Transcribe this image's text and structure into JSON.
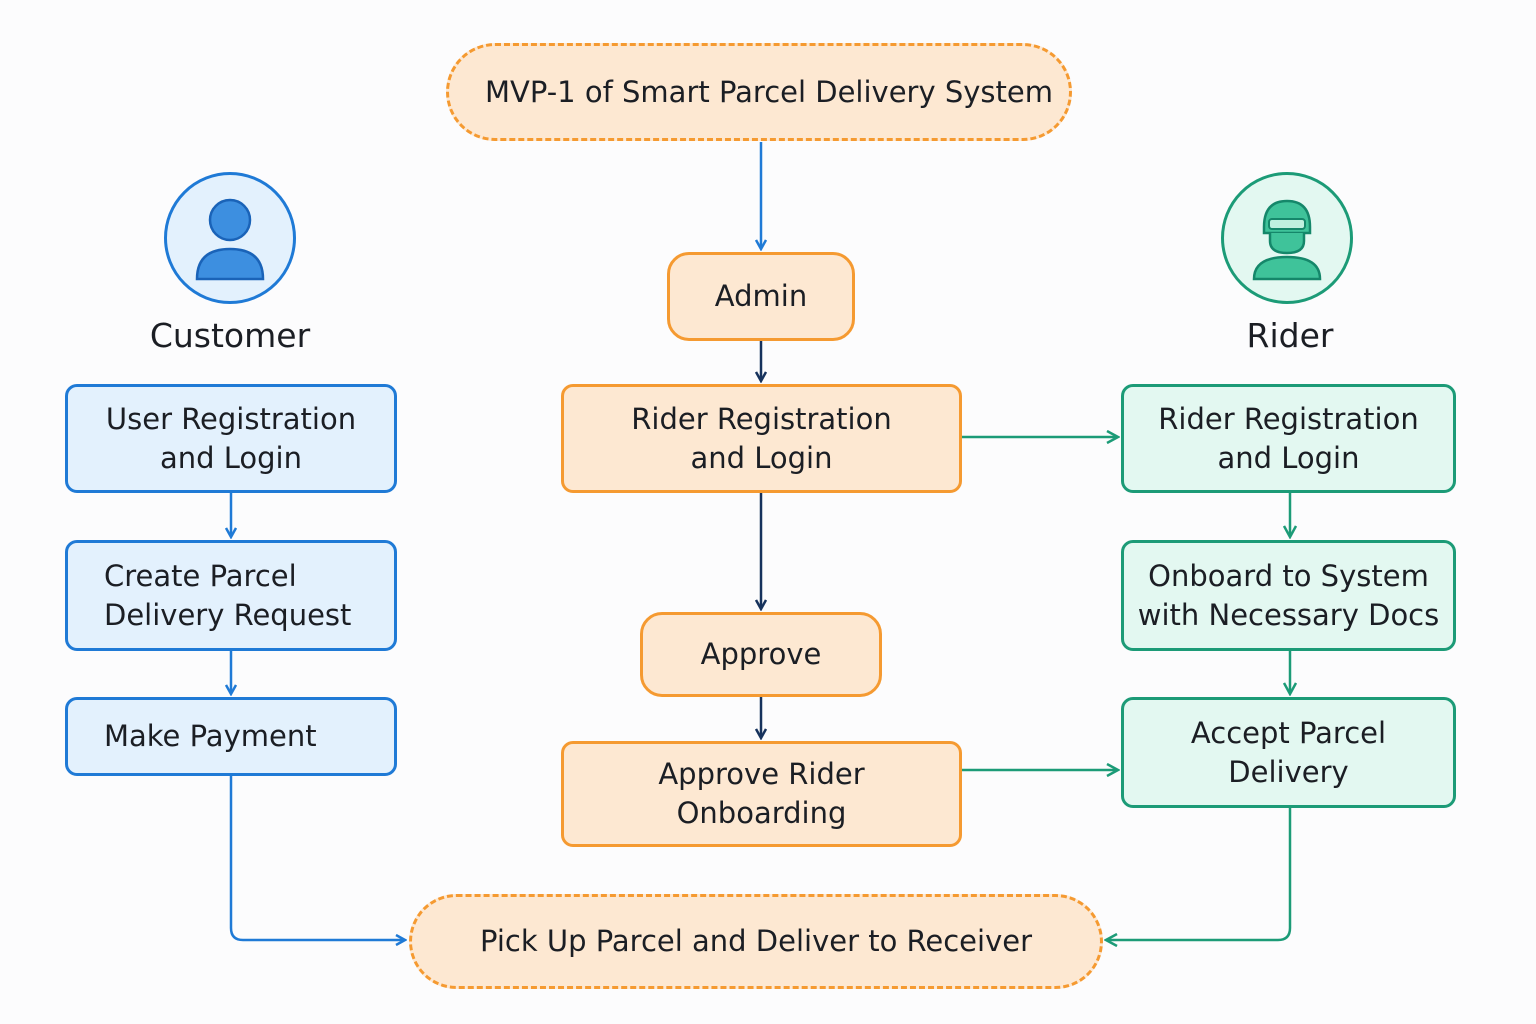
{
  "diagram": {
    "title": "MVP-1 of Smart Parcel Delivery System",
    "end": "Pick Up Parcel and Deliver to Receiver",
    "customer": {
      "heading": "Customer",
      "icon": "user-icon",
      "steps": [
        "User Registration\nand Login",
        "Create Parcel\nDelivery Request",
        "Make Payment"
      ]
    },
    "admin": {
      "heading": "Admin",
      "steps": [
        "Rider Registration\nand Login",
        "Approve",
        "Approve Rider\nOnboarding"
      ]
    },
    "rider": {
      "heading": "Rider",
      "icon": "rider-helmet-icon",
      "steps": [
        "Rider Registration\nand Login",
        "Onboard to System\nwith Necessary Docs",
        "Accept Parcel\nDelivery"
      ]
    }
  },
  "colors": {
    "blue": "#1f7ad6",
    "blue_fill": "#e3f1fd",
    "orange": "#f59a31",
    "orange_fill": "#fde8d2",
    "green": "#1c9b77",
    "green_fill": "#e3f8f1",
    "navy": "#16325c"
  }
}
